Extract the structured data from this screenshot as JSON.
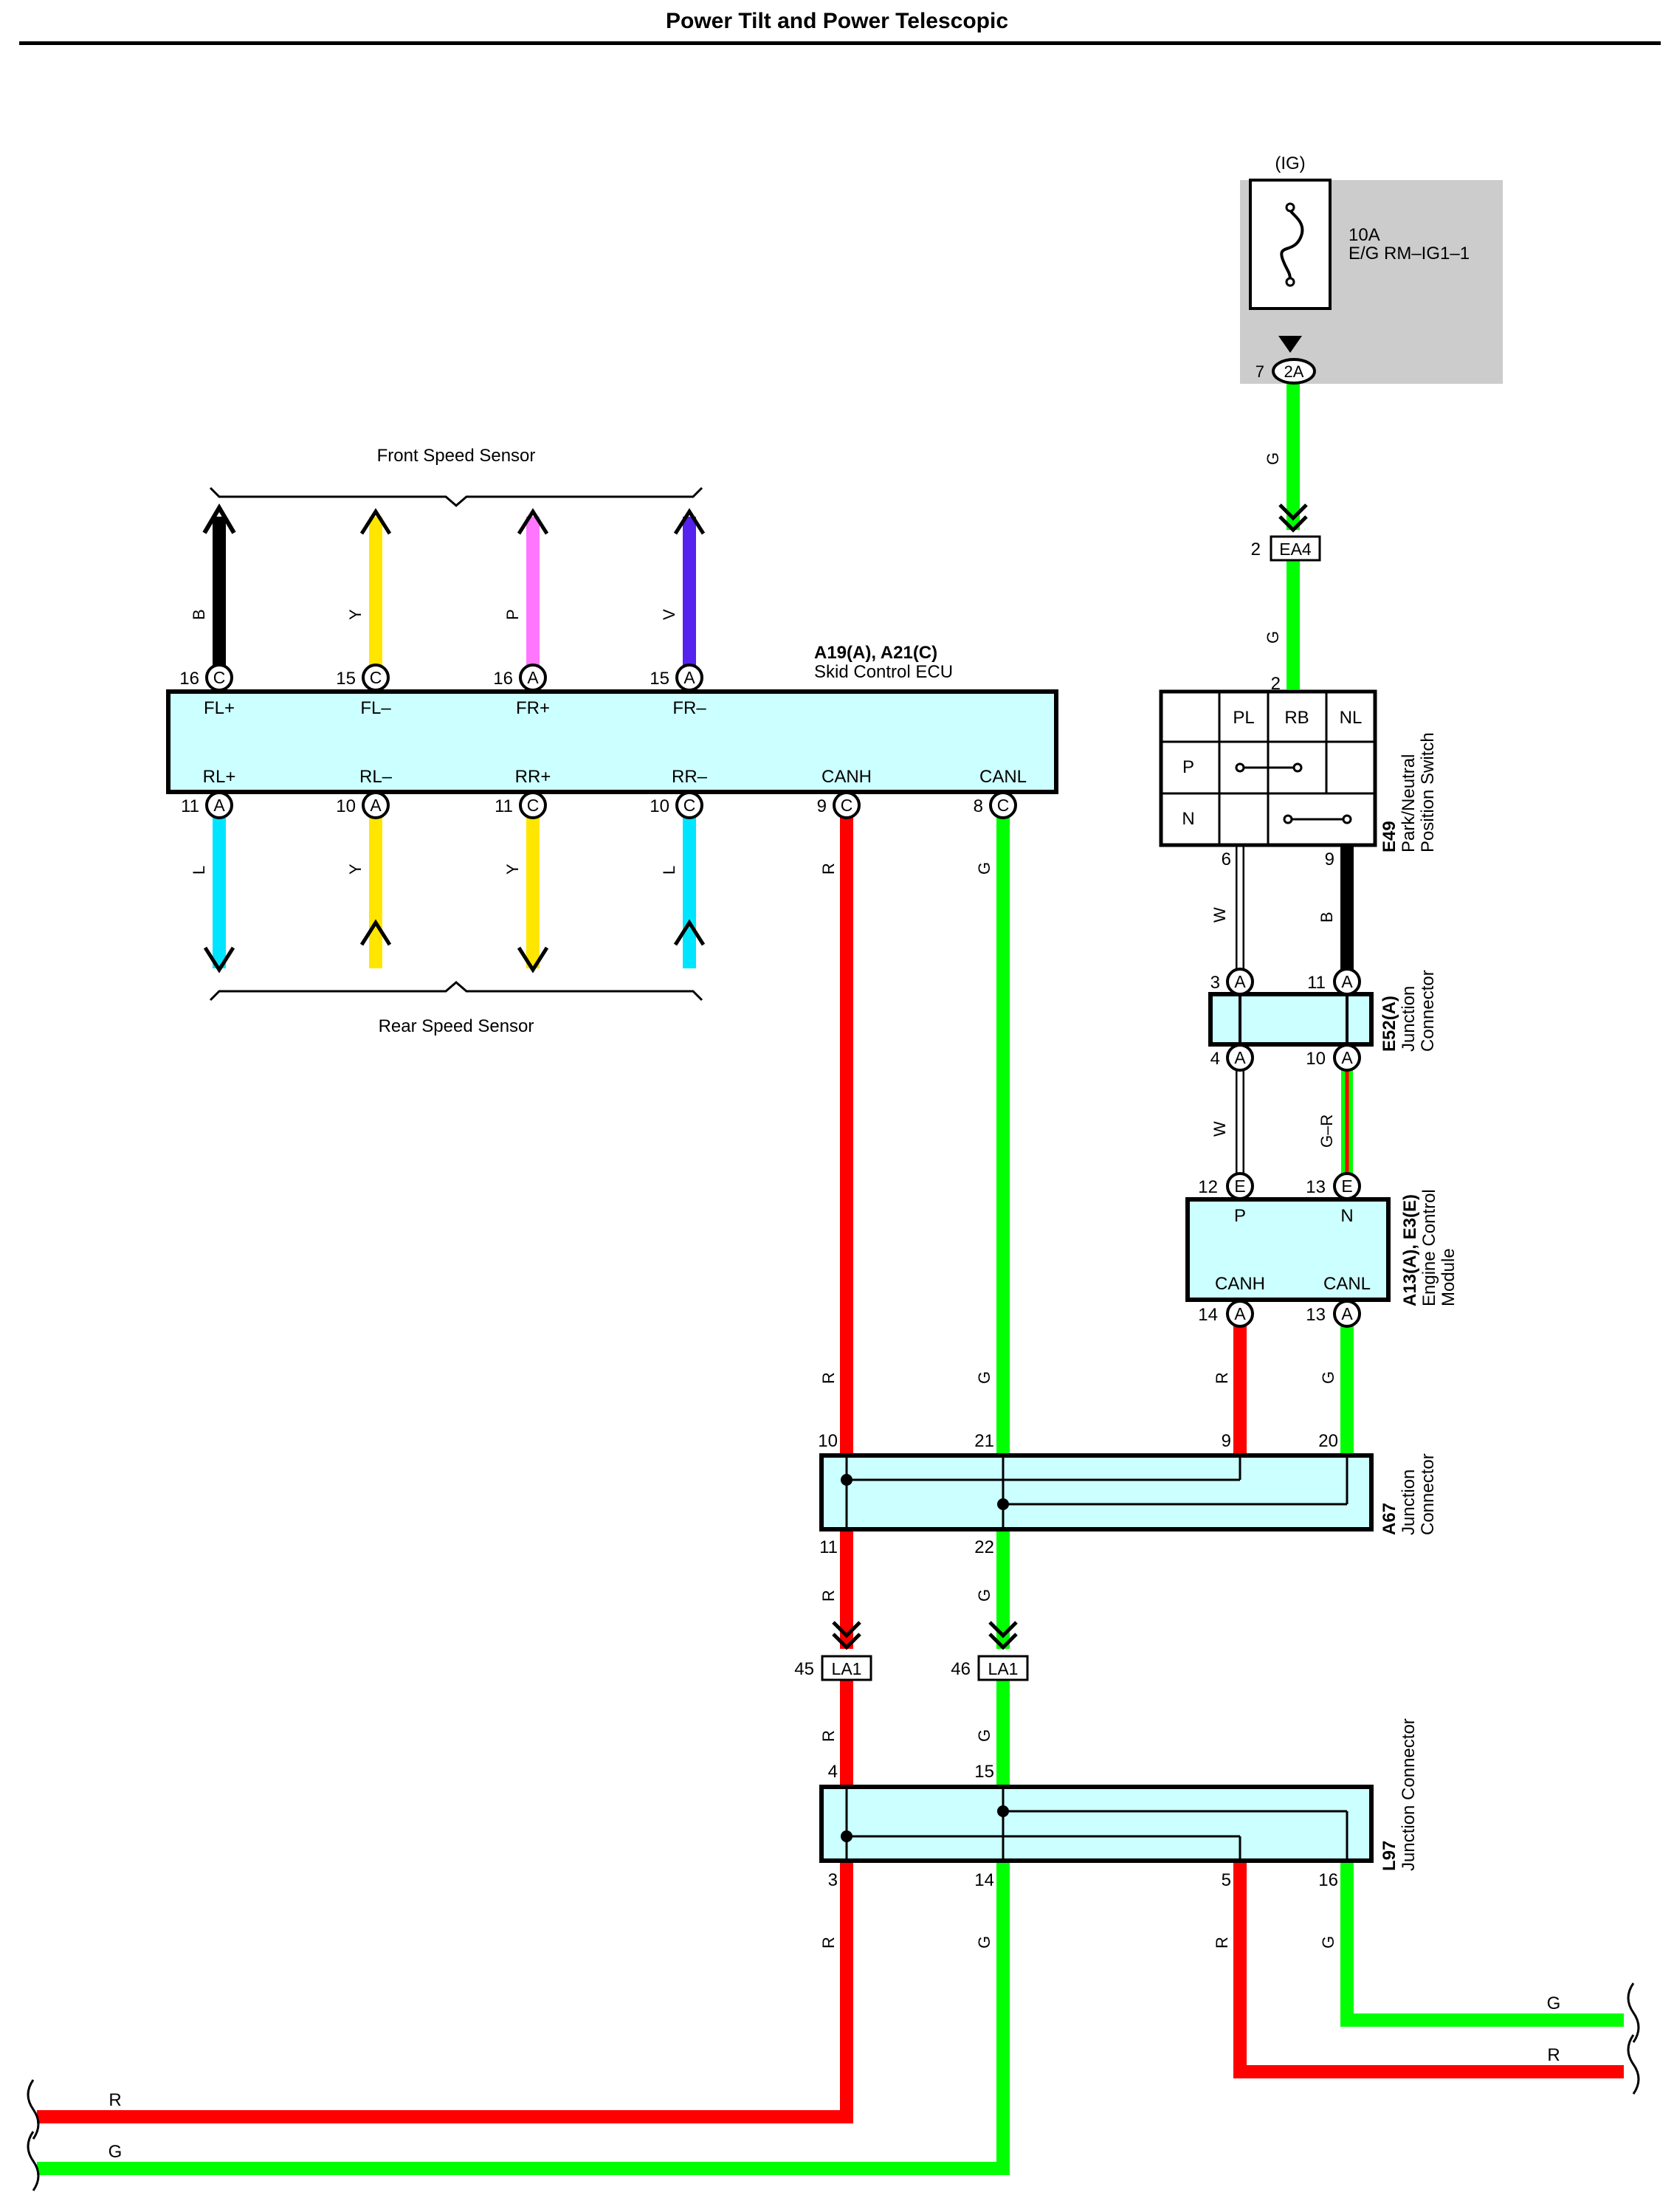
{
  "title": "Power Tilt and Power Telescopic",
  "colors": {
    "R": "#ff0000",
    "G": "#00ff00",
    "B": "#000000",
    "Y": "#ffe600",
    "P": "#ff77ff",
    "V": "#5522ee",
    "L": "#00e5ff",
    "W": "#ffffff",
    "component_fill": "#ccffff",
    "fuse_box_fill": "#cccccc"
  },
  "power_source": {
    "label": "(IG)",
    "fuse_rating": "10A",
    "fuse_name": "E/G RM–IG1–1",
    "connector": "2A",
    "pin": "7"
  },
  "ea4_connector": {
    "id": "EA4",
    "pin_in": "2",
    "pin_out": "2"
  },
  "front_speed_sensor": {
    "label": "Front Speed Sensor"
  },
  "rear_speed_sensor": {
    "label": "Rear Speed Sensor"
  },
  "skid_ecu": {
    "code": "A19(A), A21(C)",
    "name": "Skid Control ECU",
    "top_pins": [
      {
        "label": "FL+",
        "num": "16",
        "conn": "C",
        "wire": "B"
      },
      {
        "label": "FL–",
        "num": "15",
        "conn": "C",
        "wire": "Y"
      },
      {
        "label": "FR+",
        "num": "16",
        "conn": "A",
        "wire": "P"
      },
      {
        "label": "FR–",
        "num": "15",
        "conn": "A",
        "wire": "V"
      }
    ],
    "bottom_pins": [
      {
        "label": "RL+",
        "num": "11",
        "conn": "A",
        "wire": "L"
      },
      {
        "label": "RL–",
        "num": "10",
        "conn": "A",
        "wire": "Y"
      },
      {
        "label": "RR+",
        "num": "11",
        "conn": "C",
        "wire": "Y"
      },
      {
        "label": "RR–",
        "num": "10",
        "conn": "C",
        "wire": "L"
      },
      {
        "label": "CANH",
        "num": "9",
        "conn": "C",
        "wire": "R"
      },
      {
        "label": "CANL",
        "num": "8",
        "conn": "C",
        "wire": "G"
      }
    ]
  },
  "e49": {
    "code": "E49",
    "name": "Park/Neutral",
    "name2": "Position Switch",
    "cols": [
      "PL",
      "RB",
      "NL"
    ],
    "rows": [
      "P",
      "N"
    ],
    "pin_top": "2",
    "pin_w": "6",
    "pin_b": "9"
  },
  "e52": {
    "code": "E52(A)",
    "name": "Junction",
    "name2": "Connector",
    "pins": {
      "tl": "3",
      "tr": "11",
      "bl": "4",
      "br": "10"
    },
    "conn": "A"
  },
  "ecm": {
    "code": "A13(A), E3(E)",
    "name": "Engine Control",
    "name2": "Module",
    "top_pins": [
      {
        "num": "12",
        "conn": "E",
        "label": "P"
      },
      {
        "num": "13",
        "conn": "E",
        "label": "N"
      }
    ],
    "bottom_pins": [
      {
        "num": "14",
        "conn": "A",
        "label": "CANH"
      },
      {
        "num": "13",
        "conn": "A",
        "label": "CANL"
      }
    ]
  },
  "a67": {
    "code": "A67",
    "name": "Junction",
    "name2": "Connector",
    "pins": {
      "top_r": "10",
      "top_g": "21",
      "top_r2": "9",
      "top_g2": "20",
      "bot_r": "11",
      "bot_g": "22"
    }
  },
  "la1": {
    "id": "LA1",
    "pin_r": "45",
    "pin_g": "46"
  },
  "l97": {
    "code": "L97",
    "name": "Junction Connector",
    "pins": {
      "top_r": "4",
      "top_g": "15",
      "bot_r": "3",
      "bot_g": "14",
      "bot_r2": "5",
      "bot_g2": "16"
    }
  },
  "wire_labels": {
    "g": "G",
    "r": "R",
    "b": "B",
    "w": "W",
    "gr": "G–R",
    "y": "Y",
    "p": "P",
    "v": "V",
    "l": "L"
  }
}
